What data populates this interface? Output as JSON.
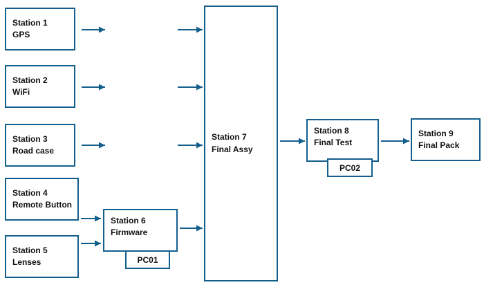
{
  "diagram": {
    "colors": {
      "line": "#125e8c",
      "text": "#111111",
      "box_fill": "#ffffff",
      "background": "#ffffff"
    },
    "stations": {
      "s1": {
        "title": "Station 1",
        "subtitle": "GPS"
      },
      "s2": {
        "title": "Station 2",
        "subtitle": "WiFi"
      },
      "s3": {
        "title": "Station 3",
        "subtitle": "Road case"
      },
      "s4": {
        "title": "Station 4",
        "subtitle": "Remote Button"
      },
      "s5": {
        "title": "Station 5",
        "subtitle": "Lenses"
      },
      "s6": {
        "title": "Station 6",
        "subtitle": "Firmware"
      },
      "s7": {
        "title": "Station 7",
        "subtitle": "Final Assy"
      },
      "s8": {
        "title": "Station 8",
        "subtitle": "Final Test"
      },
      "s9": {
        "title": "Station 9",
        "subtitle": "Final Pack"
      }
    },
    "pcs": {
      "pc01": "PC01",
      "pc02": "PC02"
    },
    "connections": [
      {
        "from": "Station 1",
        "to": "Station 7"
      },
      {
        "from": "Station 2",
        "to": "Station 7"
      },
      {
        "from": "Station 3",
        "to": "Station 7"
      },
      {
        "from": "Station 4",
        "to": "Station 6"
      },
      {
        "from": "Station 5",
        "to": "Station 6"
      },
      {
        "from": "Station 6",
        "to": "Station 7"
      },
      {
        "from": "Station 7",
        "to": "Station 8"
      },
      {
        "from": "Station 8",
        "to": "Station 9"
      }
    ]
  }
}
